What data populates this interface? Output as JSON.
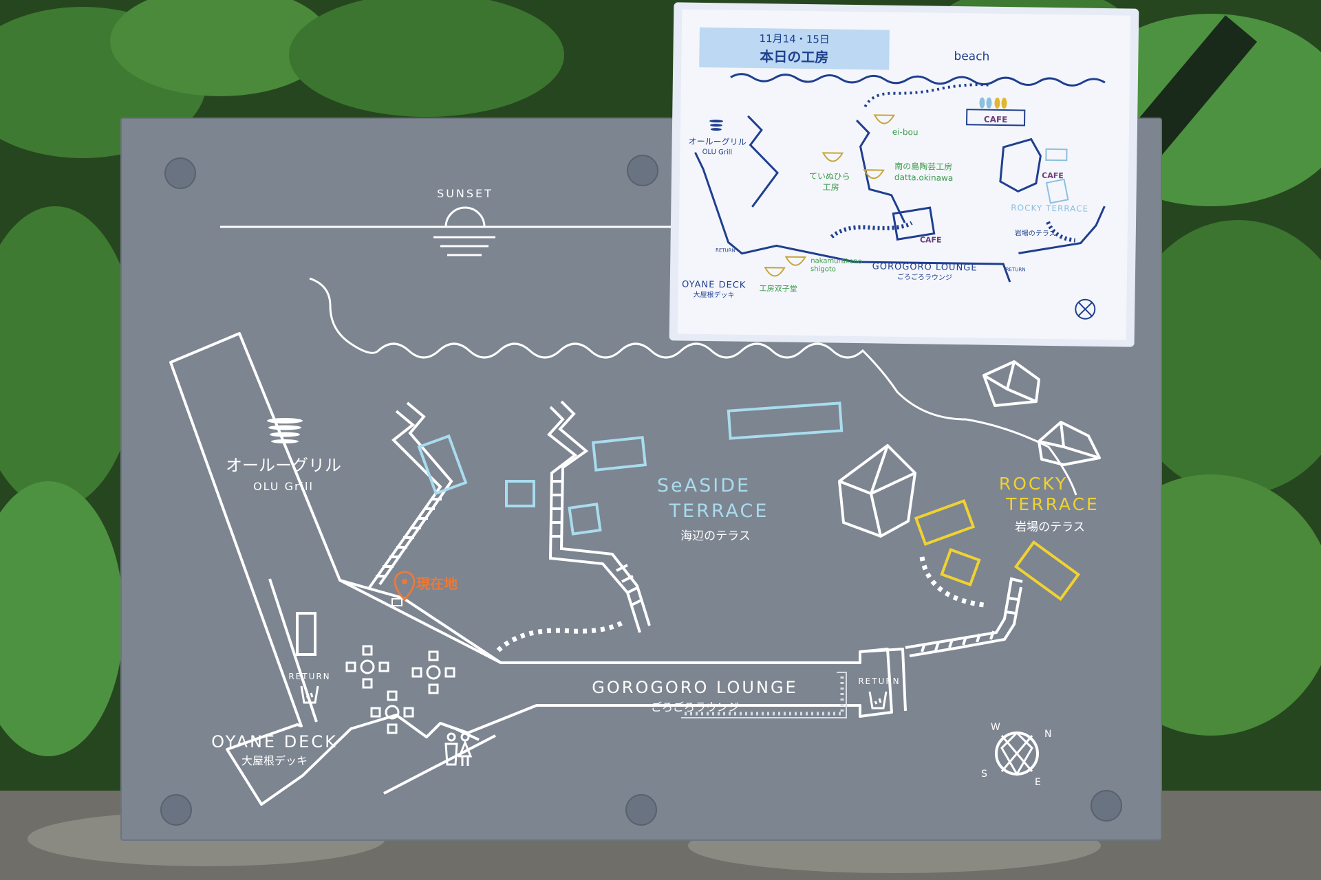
{
  "colors": {
    "board": "#7d8591",
    "white": "#ffffff",
    "blue": "#a8dcee",
    "yellow": "#f0d230",
    "orange": "#e87a3c",
    "foliage": "#2f5a2a",
    "paper": "#f4f6fb",
    "ink": "#1f3f8f",
    "paper_green": "#3a9a4a",
    "paper_purple": "#6b3f7a",
    "paper_gold": "#c8a43a"
  },
  "board": {
    "sunset": "SUNSET",
    "grill_name_jp": "オールーグリル",
    "grill_name_en": "OLU Grill",
    "seaside_en_1": "SeASIDE",
    "seaside_en_2": "TERRACE",
    "seaside_jp": "海辺のテラス",
    "rocky_en_1": "ROCKY",
    "rocky_en_2": "TERRACE",
    "rocky_jp": "岩場のテラス",
    "you_are_here": "現在地",
    "lounge_en": "GOROGORO LOUNGE",
    "lounge_jp": "ごろごろラウンジ",
    "deck_en": "OYANE DECK",
    "deck_jp": "大屋根デッキ",
    "return_1": "RETURN",
    "return_2": "RETURN",
    "compass": [
      "N",
      "E",
      "S",
      "W"
    ],
    "icons": [
      "logo-icon",
      "sunset-icon",
      "location-pin-icon",
      "restroom-icon",
      "return-cup-icon",
      "compass-icon",
      "rock-icon"
    ]
  },
  "paper": {
    "date": "11月14・15日",
    "title": "本日の工房",
    "beach": "beach",
    "cafe_1": "CAFE",
    "cafe_2": "CAFE",
    "cafe_3": "CAFE",
    "workshop_1": "ei-bou",
    "workshop_2_jp": "南の島陶芸工房",
    "workshop_2_en": "datta.okinawa",
    "workshop_3_a": "ていぬひら",
    "workshop_3_b": "工房",
    "workshop_4_a": "nakamurakeno",
    "workshop_4_b": "shigoto",
    "workshop_5": "工房双子堂",
    "grill_jp": "オールーグリル",
    "grill_en": "OLU Grill",
    "rocky_en": "ROCKY TERRACE",
    "rocky_jp": "岩場のテラス",
    "lounge_en": "GOROGORO LOUNGE",
    "lounge_jp": "ごろごろラウンジ",
    "deck_en": "OYANE DECK",
    "deck_jp": "大屋根デッキ",
    "return_1": "RETURN",
    "return_2": "RETURN"
  }
}
